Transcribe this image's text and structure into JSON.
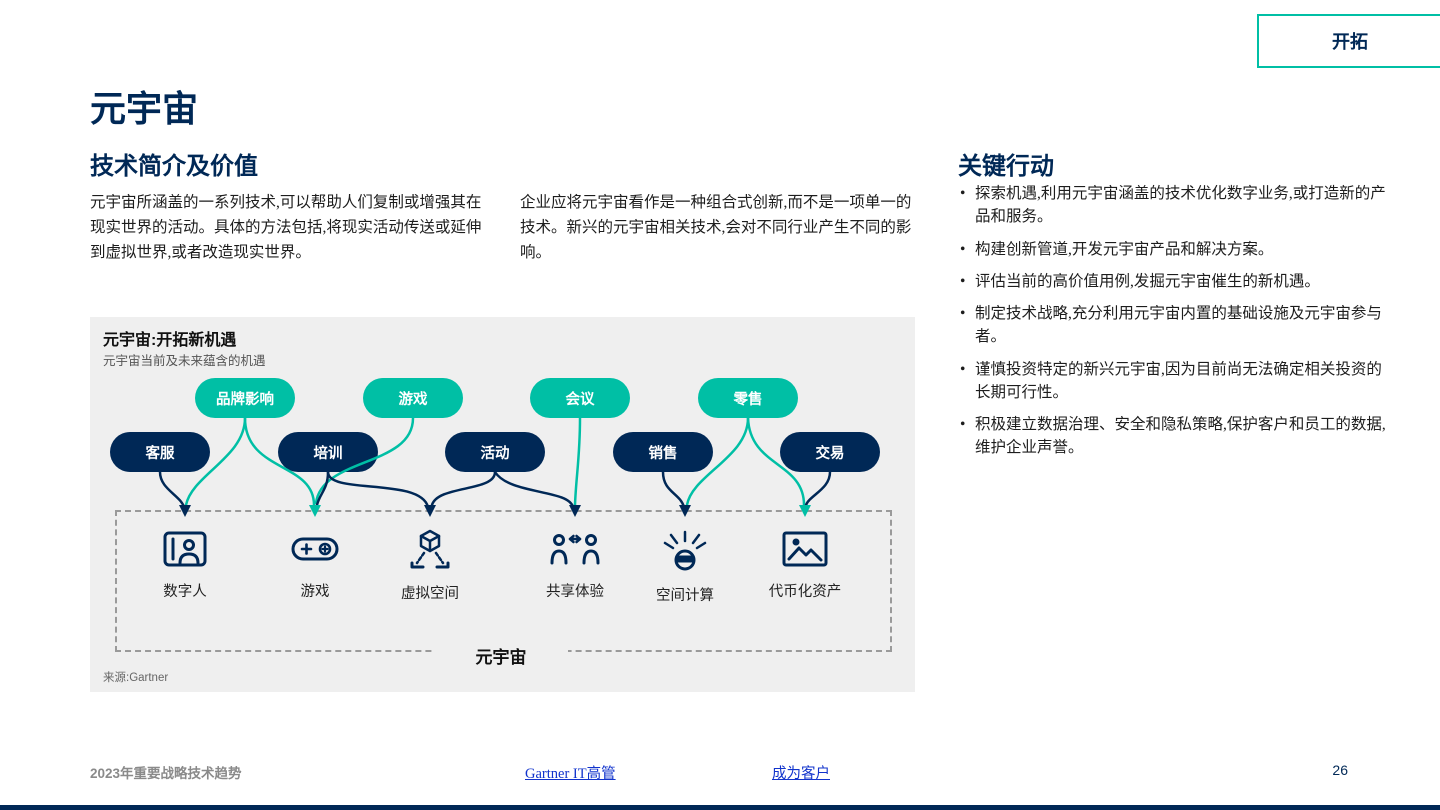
{
  "page": {
    "badge": "开拓",
    "title": "元宇宙",
    "page_number": "26"
  },
  "intro": {
    "heading": "技术简介及价值",
    "col1": "元宇宙所涵盖的一系列技术,可以帮助人们复制或增强其在现实世界的活动。具体的方法包括,将现实活动传送或延伸到虚拟世界,或者改造现实世界。",
    "col2": "企业应将元宇宙看作是一种组合式创新,而不是一项单一的技术。新兴的元宇宙相关技术,会对不同行业产生不同的影响。"
  },
  "actions": {
    "heading": "关键行动",
    "items": [
      "探索机遇,利用元宇宙涵盖的技术优化数字业务,或打造新的产品和服务。",
      "构建创新管道,开发元宇宙产品和解决方案。",
      "评估当前的高价值用例,发掘元宇宙催生的新机遇。",
      "制定技术战略,充分利用元宇宙内置的基础设施及元宇宙参与者。",
      "谨慎投资特定的新兴元宇宙,因为目前尚无法确定相关投资的长期可行性。",
      "积极建立数据治理、安全和隐私策略,保护客户和员工的数据,维护企业声誉。"
    ]
  },
  "diagram": {
    "title": "元宇宙:开拓新机遇",
    "subtitle": "元宇宙当前及未来蕴含的机遇",
    "teal_pills": [
      "品牌影响",
      "游戏",
      "会议",
      "零售"
    ],
    "navy_pills": [
      "客服",
      "培训",
      "活动",
      "销售",
      "交易"
    ],
    "icons": [
      {
        "name": "digital-human-icon",
        "label": "数字人"
      },
      {
        "name": "gaming-icon",
        "label": "游戏"
      },
      {
        "name": "virtual-space-icon",
        "label": "虚拟空间"
      },
      {
        "name": "shared-experience-icon",
        "label": "共享体验"
      },
      {
        "name": "spatial-computing-icon",
        "label": "空间计算"
      },
      {
        "name": "tokenized-assets-icon",
        "label": "代币化资产"
      }
    ],
    "box_label": "元宇宙",
    "source": "来源:Gartner"
  },
  "footer": {
    "left": "2023年重要战略技术趋势",
    "link1": "Gartner IT高管",
    "link2": "成为客户"
  },
  "colors": {
    "navy": "#002856",
    "teal": "#00BFA5",
    "link_blue": "#1133CC",
    "panel_gray": "#efefef"
  }
}
